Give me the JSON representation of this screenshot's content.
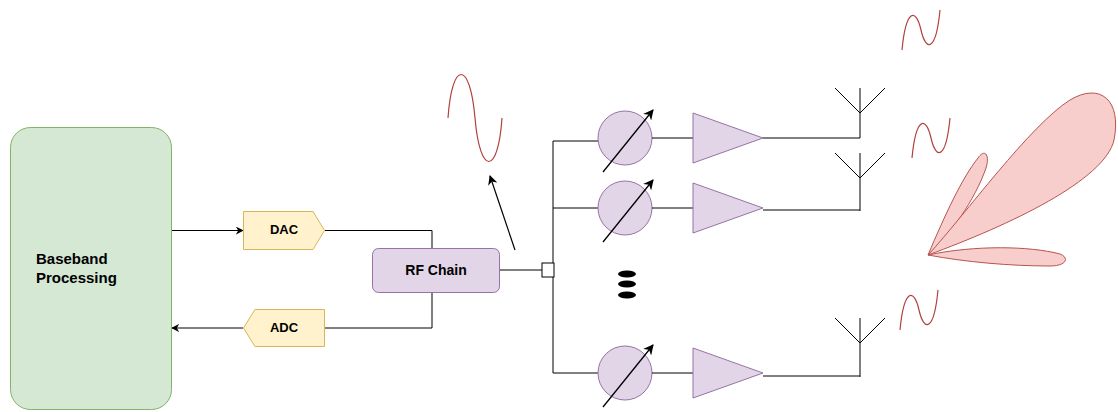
{
  "diagram": {
    "nodes": [
      {
        "text": [
          "Baseband Processing"
        ]
      },
      {
        "text": [
          "DAC"
        ]
      },
      {
        "text": [
          "ADC"
        ]
      },
      {
        "text": [
          "RF Chain"
        ]
      }
    ],
    "edges": [
      {
        "from": 0,
        "to": 1,
        "arrow": "to"
      },
      {
        "from": 1,
        "to": 3,
        "arrow": "none"
      },
      {
        "from": 3,
        "to": 2,
        "arrow": "none"
      },
      {
        "from": 2,
        "to": 0,
        "arrow": "to"
      }
    ]
  }
}
